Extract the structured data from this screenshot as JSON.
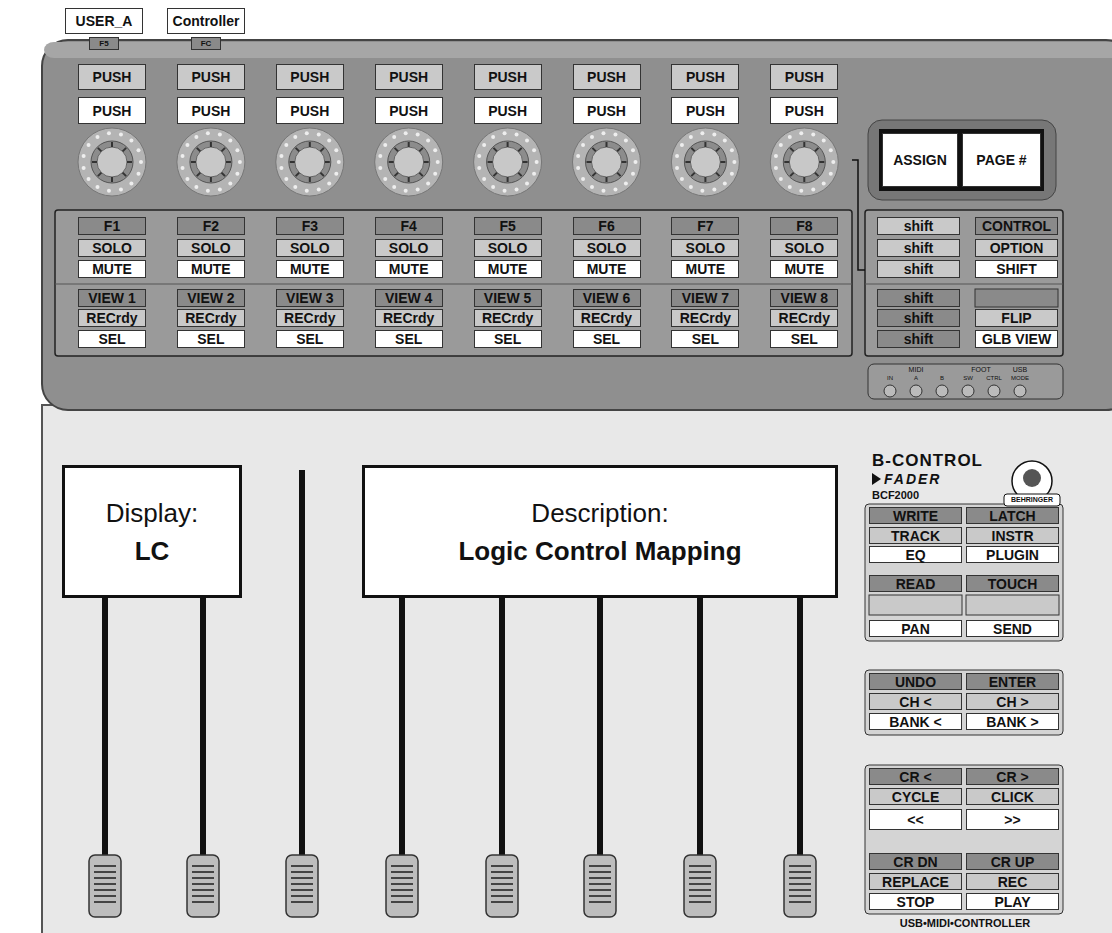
{
  "diagram": {
    "nodes": [
      {
        "text": [
          "USER_A",
          "F5"
        ]
      },
      {
        "text": [
          "Controller",
          "FC"
        ]
      },
      {
        "text": [
          "PUSH"
        ]
      },
      {
        "text": [
          "PUSH"
        ]
      },
      {
        "text": [
          "PUSH"
        ]
      },
      {
        "text": [
          "PUSH"
        ]
      },
      {
        "text": [
          "PUSH"
        ]
      },
      {
        "text": [
          "PUSH"
        ]
      },
      {
        "text": [
          "PUSH"
        ]
      },
      {
        "text": [
          "PUSH"
        ]
      },
      {
        "text": [
          "PUSH"
        ]
      },
      {
        "text": [
          "PUSH"
        ]
      },
      {
        "text": [
          "PUSH"
        ]
      },
      {
        "text": [
          "PUSH"
        ]
      },
      {
        "text": [
          "PUSH"
        ]
      },
      {
        "text": [
          "PUSH"
        ]
      },
      {
        "text": [
          "PUSH"
        ]
      },
      {
        "text": [
          "PUSH"
        ]
      },
      {
        "text": [
          "ASSIGN"
        ]
      },
      {
        "text": [
          "PAGE #"
        ]
      },
      {
        "text": [
          "F1"
        ]
      },
      {
        "text": [
          "F2"
        ]
      },
      {
        "text": [
          "F3"
        ]
      },
      {
        "text": [
          "F4"
        ]
      },
      {
        "text": [
          "F5"
        ]
      },
      {
        "text": [
          "F6"
        ]
      },
      {
        "text": [
          "F7"
        ]
      },
      {
        "text": [
          "F8"
        ]
      },
      {
        "text": [
          "shift"
        ]
      },
      {
        "text": [
          "CONTROL"
        ]
      },
      {
        "text": [
          "SOLO"
        ]
      },
      {
        "text": [
          "SOLO"
        ]
      },
      {
        "text": [
          "SOLO"
        ]
      },
      {
        "text": [
          "SOLO"
        ]
      },
      {
        "text": [
          "SOLO"
        ]
      },
      {
        "text": [
          "SOLO"
        ]
      },
      {
        "text": [
          "SOLO"
        ]
      },
      {
        "text": [
          "SOLO"
        ]
      },
      {
        "text": [
          "shift"
        ]
      },
      {
        "text": [
          "OPTION"
        ]
      },
      {
        "text": [
          "MUTE"
        ]
      },
      {
        "text": [
          "MUTE"
        ]
      },
      {
        "text": [
          "MUTE"
        ]
      },
      {
        "text": [
          "MUTE"
        ]
      },
      {
        "text": [
          "MUTE"
        ]
      },
      {
        "text": [
          "MUTE"
        ]
      },
      {
        "text": [
          "MUTE"
        ]
      },
      {
        "text": [
          "MUTE"
        ]
      },
      {
        "text": [
          "shift"
        ]
      },
      {
        "text": [
          "SHIFT"
        ]
      },
      {
        "text": [
          "VIEW 1"
        ]
      },
      {
        "text": [
          "VIEW 2"
        ]
      },
      {
        "text": [
          "VIEW 3"
        ]
      },
      {
        "text": [
          "VIEW 4"
        ]
      },
      {
        "text": [
          "VIEW 5"
        ]
      },
      {
        "text": [
          "VIEW 6"
        ]
      },
      {
        "text": [
          "VIEW 7"
        ]
      },
      {
        "text": [
          "VIEW 8"
        ]
      },
      {
        "text": [
          "shift"
        ]
      },
      {
        "text": [
          "RECrdy"
        ]
      },
      {
        "text": [
          "RECrdy"
        ]
      },
      {
        "text": [
          "RECrdy"
        ]
      },
      {
        "text": [
          "RECrdy"
        ]
      },
      {
        "text": [
          "RECrdy"
        ]
      },
      {
        "text": [
          "RECrdy"
        ]
      },
      {
        "text": [
          "RECrdy"
        ]
      },
      {
        "text": [
          "RECrdy"
        ]
      },
      {
        "text": [
          "shift"
        ]
      },
      {
        "text": [
          "FLIP"
        ]
      },
      {
        "text": [
          "SEL"
        ]
      },
      {
        "text": [
          "SEL"
        ]
      },
      {
        "text": [
          "SEL"
        ]
      },
      {
        "text": [
          "SEL"
        ]
      },
      {
        "text": [
          "SEL"
        ]
      },
      {
        "text": [
          "SEL"
        ]
      },
      {
        "text": [
          "SEL"
        ]
      },
      {
        "text": [
          "SEL"
        ]
      },
      {
        "text": [
          "shift"
        ]
      },
      {
        "text": [
          "GLB VIEW"
        ]
      },
      {
        "text": [
          "Display:",
          "LC"
        ]
      },
      {
        "text": [
          "Description:",
          "Logic Control Mapping"
        ]
      },
      {
        "text": [
          "WRITE"
        ]
      },
      {
        "text": [
          "LATCH"
        ]
      },
      {
        "text": [
          "TRACK"
        ]
      },
      {
        "text": [
          "INSTR"
        ]
      },
      {
        "text": [
          "EQ"
        ]
      },
      {
        "text": [
          "PLUGIN"
        ]
      },
      {
        "text": [
          "READ"
        ]
      },
      {
        "text": [
          "TOUCH"
        ]
      },
      {
        "text": [
          "PAN"
        ]
      },
      {
        "text": [
          "SEND"
        ]
      },
      {
        "text": [
          "UNDO"
        ]
      },
      {
        "text": [
          "ENTER"
        ]
      },
      {
        "text": [
          "CH <"
        ]
      },
      {
        "text": [
          "CH >"
        ]
      },
      {
        "text": [
          "BANK <"
        ]
      },
      {
        "text": [
          "BANK >"
        ]
      },
      {
        "text": [
          "CR <"
        ]
      },
      {
        "text": [
          "CR >"
        ]
      },
      {
        "text": [
          "CYCLE"
        ]
      },
      {
        "text": [
          "CLICK"
        ]
      },
      {
        "text": [
          "<<"
        ]
      },
      {
        "text": [
          ">>"
        ]
      },
      {
        "text": [
          "CR DN"
        ]
      },
      {
        "text": [
          "CR UP"
        ]
      },
      {
        "text": [
          "REPLACE"
        ]
      },
      {
        "text": [
          "REC"
        ]
      },
      {
        "text": [
          "STOP"
        ]
      },
      {
        "text": [
          "PLAY"
        ]
      }
    ],
    "labels": [
      "B-CONTROL",
      "FADER",
      "BCF2000",
      "BEHRINGER",
      "MIDI",
      "IN",
      "A",
      "B",
      "FOOT",
      "SW",
      "CTRL",
      "USB",
      "MODE",
      "USB•MIDI•CONTROLLER"
    ]
  }
}
